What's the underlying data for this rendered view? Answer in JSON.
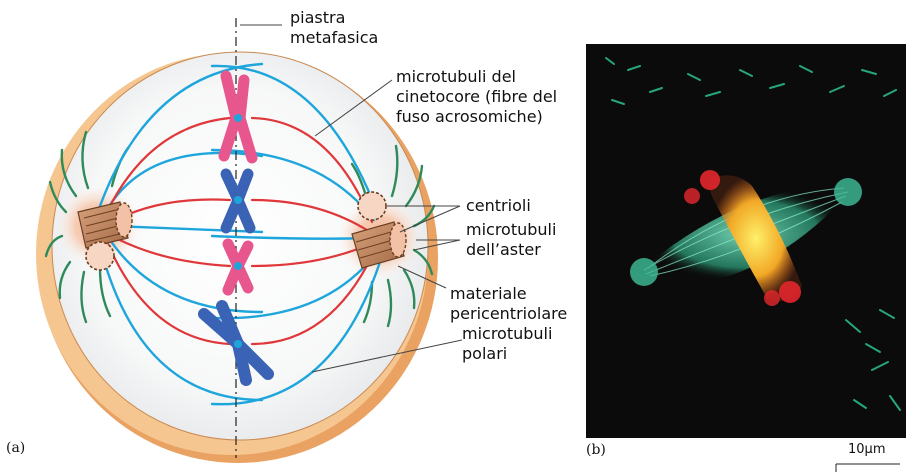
{
  "labels": {
    "piastra_1": "piastra",
    "piastra_2": "metafasica",
    "cinetocore_1": "microtubuli del",
    "cinetocore_2": "cinetocore (fibre del",
    "cinetocore_3": "fuso acrosomiche)",
    "centrioli": "centrioli",
    "aster_1": "microtubuli",
    "aster_2": "dell’aster",
    "pericentriolare_1": "materiale",
    "pericentriolare_2": "pericentriolare",
    "polari_1": "microtubuli",
    "polari_2": "polari"
  },
  "panels": {
    "a": "(a)",
    "b": "(b)"
  },
  "scale_bar": "10µm",
  "colors": {
    "kinetochore_mt": "#e0373a",
    "polar_mt": "#1ea6dc",
    "aster_mt": "#2e8a5a",
    "chromosome_pink": "#e8568e",
    "chromosome_blue": "#3b63b5",
    "centrosome": "#f2c1a6",
    "cell_rim": "#e9a261",
    "micro_bg": "#0b0b0b",
    "micro_spindle": "#3fbf9a",
    "micro_chromosomes": "#f5d232"
  }
}
